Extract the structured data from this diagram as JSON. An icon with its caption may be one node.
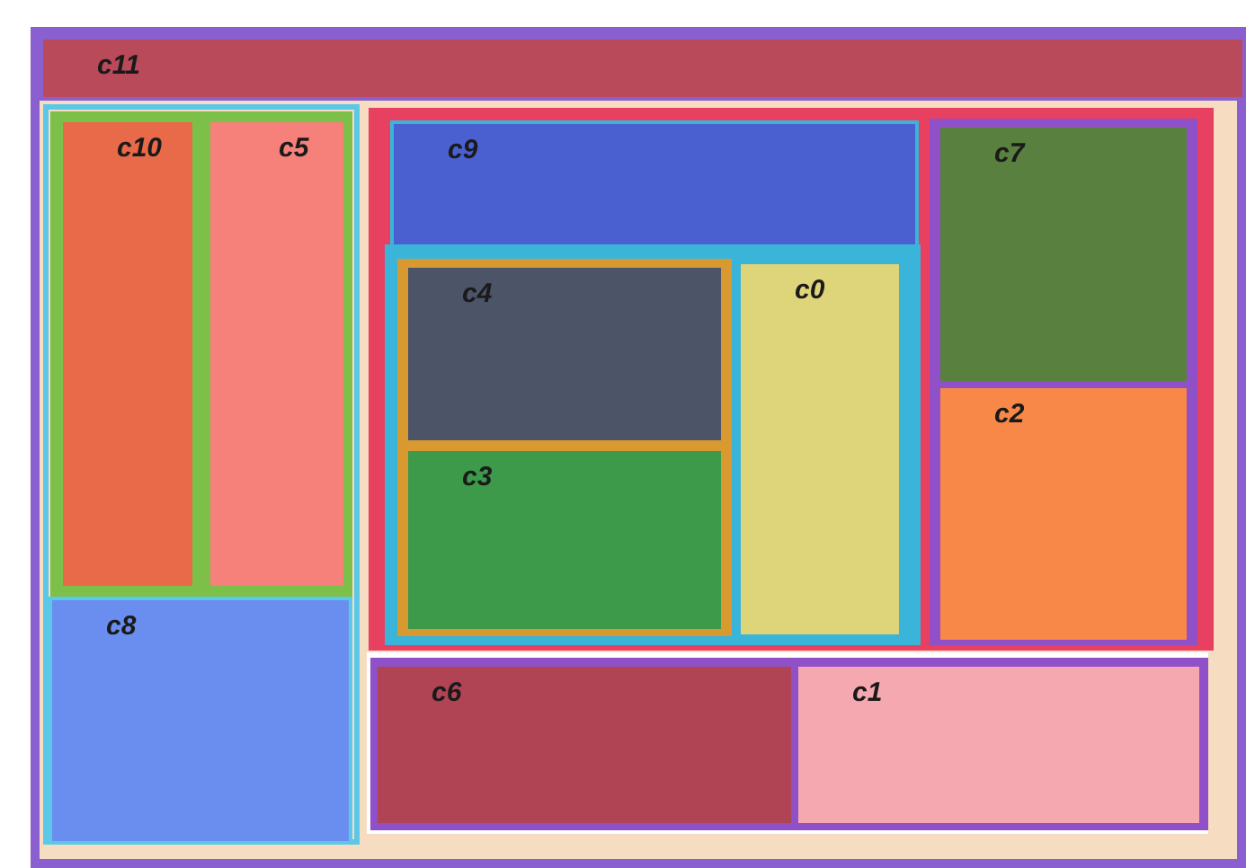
{
  "diagram": {
    "nodes": [
      {
        "text": [
          "c11"
        ]
      },
      {
        "text": [
          "c10"
        ]
      },
      {
        "text": [
          "c5"
        ]
      },
      {
        "text": [
          "c9"
        ]
      },
      {
        "text": [
          "c7"
        ]
      },
      {
        "text": [
          "c4"
        ]
      },
      {
        "text": [
          "c0"
        ]
      },
      {
        "text": [
          "c2"
        ]
      },
      {
        "text": [
          "c3"
        ]
      },
      {
        "text": [
          "c8"
        ]
      },
      {
        "text": [
          "c6"
        ]
      },
      {
        "text": [
          "c1"
        ]
      }
    ]
  }
}
